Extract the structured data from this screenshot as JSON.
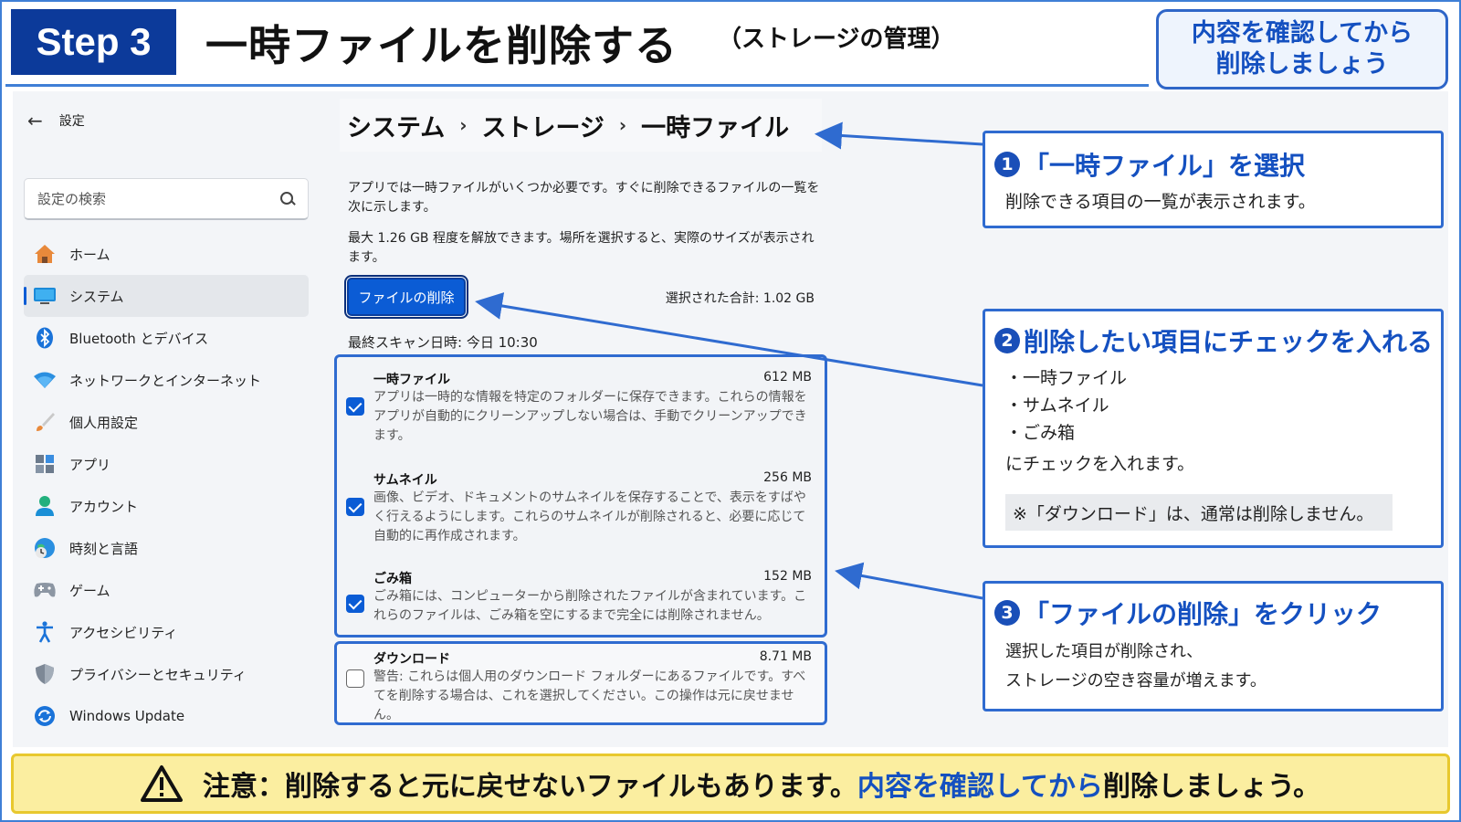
{
  "header": {
    "step": "Step 3",
    "title": "一時ファイルを削除する",
    "subtitle": "（ストレージの管理）",
    "note_line1": "内容を確認してから",
    "note_line2": "削除しましょう"
  },
  "sidebar": {
    "back_label": "設定",
    "search_placeholder": "設定の検索",
    "items": [
      {
        "label": "ホーム"
      },
      {
        "label": "システム"
      },
      {
        "label": "Bluetooth とデバイス"
      },
      {
        "label": "ネットワークとインターネット"
      },
      {
        "label": "個人用設定"
      },
      {
        "label": "アプリ"
      },
      {
        "label": "アカウント"
      },
      {
        "label": "時刻と言語"
      },
      {
        "label": "ゲーム"
      },
      {
        "label": "アクセシビリティ"
      },
      {
        "label": "プライバシーとセキュリティ"
      },
      {
        "label": "Windows Update"
      }
    ]
  },
  "breadcrumb": {
    "items": [
      "システム",
      "ストレージ",
      "一時ファイル"
    ],
    "separator": "›"
  },
  "main": {
    "desc1": "アプリでは一時ファイルがいくつか必要です。すぐに削除できるファイルの一覧を次に示します。",
    "desc2": "最大 1.26 GB 程度を解放できます。場所を選択すると、実際のサイズが表示されます。",
    "remove_button": "ファイルの削除",
    "selected_total": "選択された合計: 1.02 GB",
    "last_scan": "最終スキャン日時: 今日 10:30",
    "files": [
      {
        "name": "一時ファイル",
        "size": "612 MB",
        "desc": "アプリは一時的な情報を特定のフォルダーに保存できます。これらの情報をアプリが自動的にクリーンアップしない場合は、手動でクリーンアップできます。",
        "checked": true
      },
      {
        "name": "サムネイル",
        "size": "256 MB",
        "desc": "画像、ビデオ、ドキュメントのサムネイルを保存することで、表示をすばやく行えるようにします。これらのサムネイルが削除されると、必要に応じて自動的に再作成されます。",
        "checked": true
      },
      {
        "name": "ごみ箱",
        "size": "152 MB",
        "desc": "ごみ箱には、コンピューターから削除されたファイルが含まれています。これらのファイルは、ごみ箱を空にするまで完全には削除されません。",
        "checked": true
      },
      {
        "name": "ダウンロード",
        "size": "8.71 MB",
        "desc": "警告: これらは個人用のダウンロード フォルダーにあるファイルです。すべてを削除する場合は、これを選択してください。この操作は元に戻せません。",
        "checked": false
      }
    ]
  },
  "callouts": {
    "c1": {
      "num": "1",
      "title": "「一時ファイル」を選択",
      "text": "削除できる項目の一覧が表示されます。"
    },
    "c2": {
      "num": "2",
      "title": "削除したい項目にチェックを入れる",
      "b1": "・一時ファイル",
      "b2": "・サムネイル",
      "b3": "・ごみ箱",
      "text": "にチェックを入れます。",
      "note": "※「ダウンロード」は、通常は削除しません。"
    },
    "c3": {
      "num": "3",
      "title": "「ファイルの削除」をクリック",
      "text1": "選択した項目が削除され、",
      "text2": "ストレージの空き容量が増えます。"
    }
  },
  "warning": {
    "part1": "注意：削除すると元に戻せないファイルもあります。",
    "part2": "内容を確認してから",
    "part3": "削除しましょう。"
  },
  "colors": {
    "accent": "#0b5cd5",
    "navy": "#0c3a9a",
    "callout_blue": "#1450c0",
    "warning_bg": "#fbeea0"
  }
}
